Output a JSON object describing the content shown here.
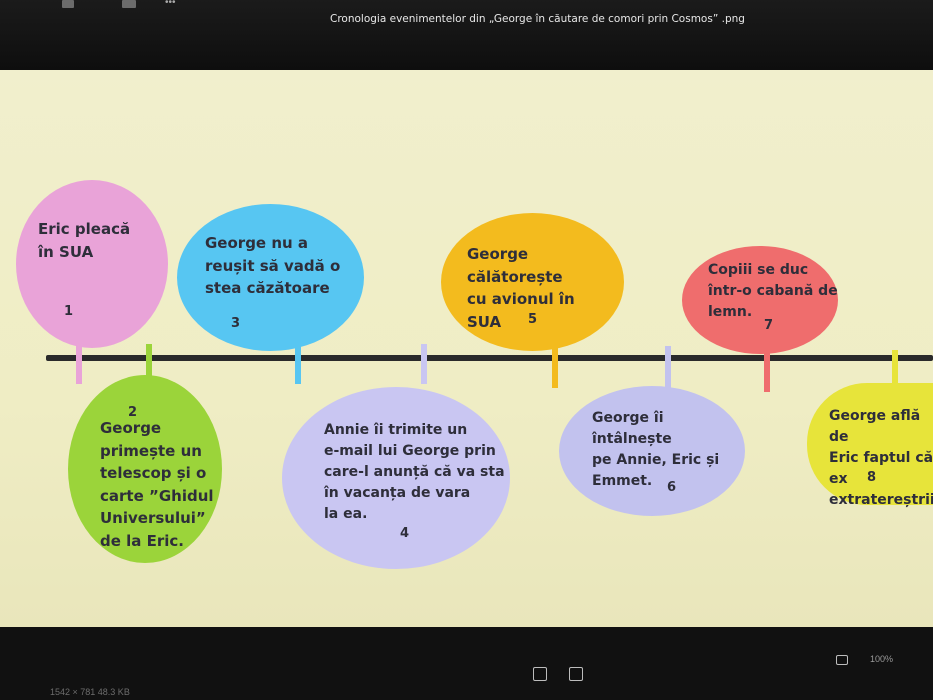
{
  "window": {
    "title": "Cronologia evenimentelor din „George în căutare de comori prin Cosmos” .png"
  },
  "events": [
    {
      "number": "1",
      "text": "Eric pleacă\nîn SUA",
      "color": "#e9a3d8"
    },
    {
      "number": "2",
      "text": "George\nprimește un\ntelescop și o\ncarte ”Ghidul\nUniversului”\nde la Eric.",
      "color": "#9bd43a"
    },
    {
      "number": "3",
      "text": "George nu a\nreușit să vadă o\nstea căzătoare",
      "color": "#57c6f2"
    },
    {
      "number": "4",
      "text": "Annie îi trimite un\ne-mail lui George prin\ncare-l anunță că va sta\nîn vacanța de vara\nla ea.",
      "color": "#c9c6f2"
    },
    {
      "number": "5",
      "text": "George călătorește\ncu avionul în\nSUA",
      "color": "#f3bb1e"
    },
    {
      "number": "6",
      "text": "George îi întâlnește\npe Annie, Eric și\nEmmet.",
      "color": "#c2c2ee"
    },
    {
      "number": "7",
      "text": "Copiii se duc\nîntr-o cabană de\nlemn.",
      "color": "#ef6d6d"
    },
    {
      "number": "8",
      "text": "George află de\nEric faptul că ex\nextratereștrii.",
      "color": "#e7e43a"
    }
  ],
  "status": {
    "zoom": "100%",
    "file_info": "1542 × 781   48.3 KB"
  },
  "icons": [
    "fit-to-window-icon",
    "actual-size-icon",
    "slideshow-icon"
  ]
}
